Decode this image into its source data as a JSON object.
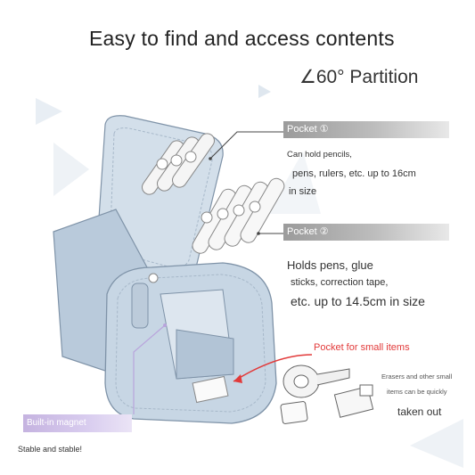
{
  "header": {
    "title": "Easy to find and access contents",
    "subtitle": "∠60° Partition"
  },
  "pocket1": {
    "tag": "Pocket ①",
    "lines": [
      "Can hold pencils,",
      "pens, rulers, etc. up to 16cm",
      "in size"
    ]
  },
  "pocket2": {
    "tag": "Pocket ②",
    "lines": [
      "Holds pens, glue",
      "sticks, correction tape,",
      "etc. up to 14.5cm in size"
    ]
  },
  "small_pocket": {
    "label": "Pocket for small items",
    "lines": [
      "Erasers and other small",
      "items can be quickly",
      "taken out"
    ]
  },
  "magnet": {
    "tag": "Built-in magnet",
    "caption": "Stable and stable!"
  },
  "colors": {
    "case_body": "#c7d6e4",
    "case_dark": "#9fb3c7",
    "accent_red": "#e23a3a",
    "magnet_purple": "#c5b3e0"
  }
}
